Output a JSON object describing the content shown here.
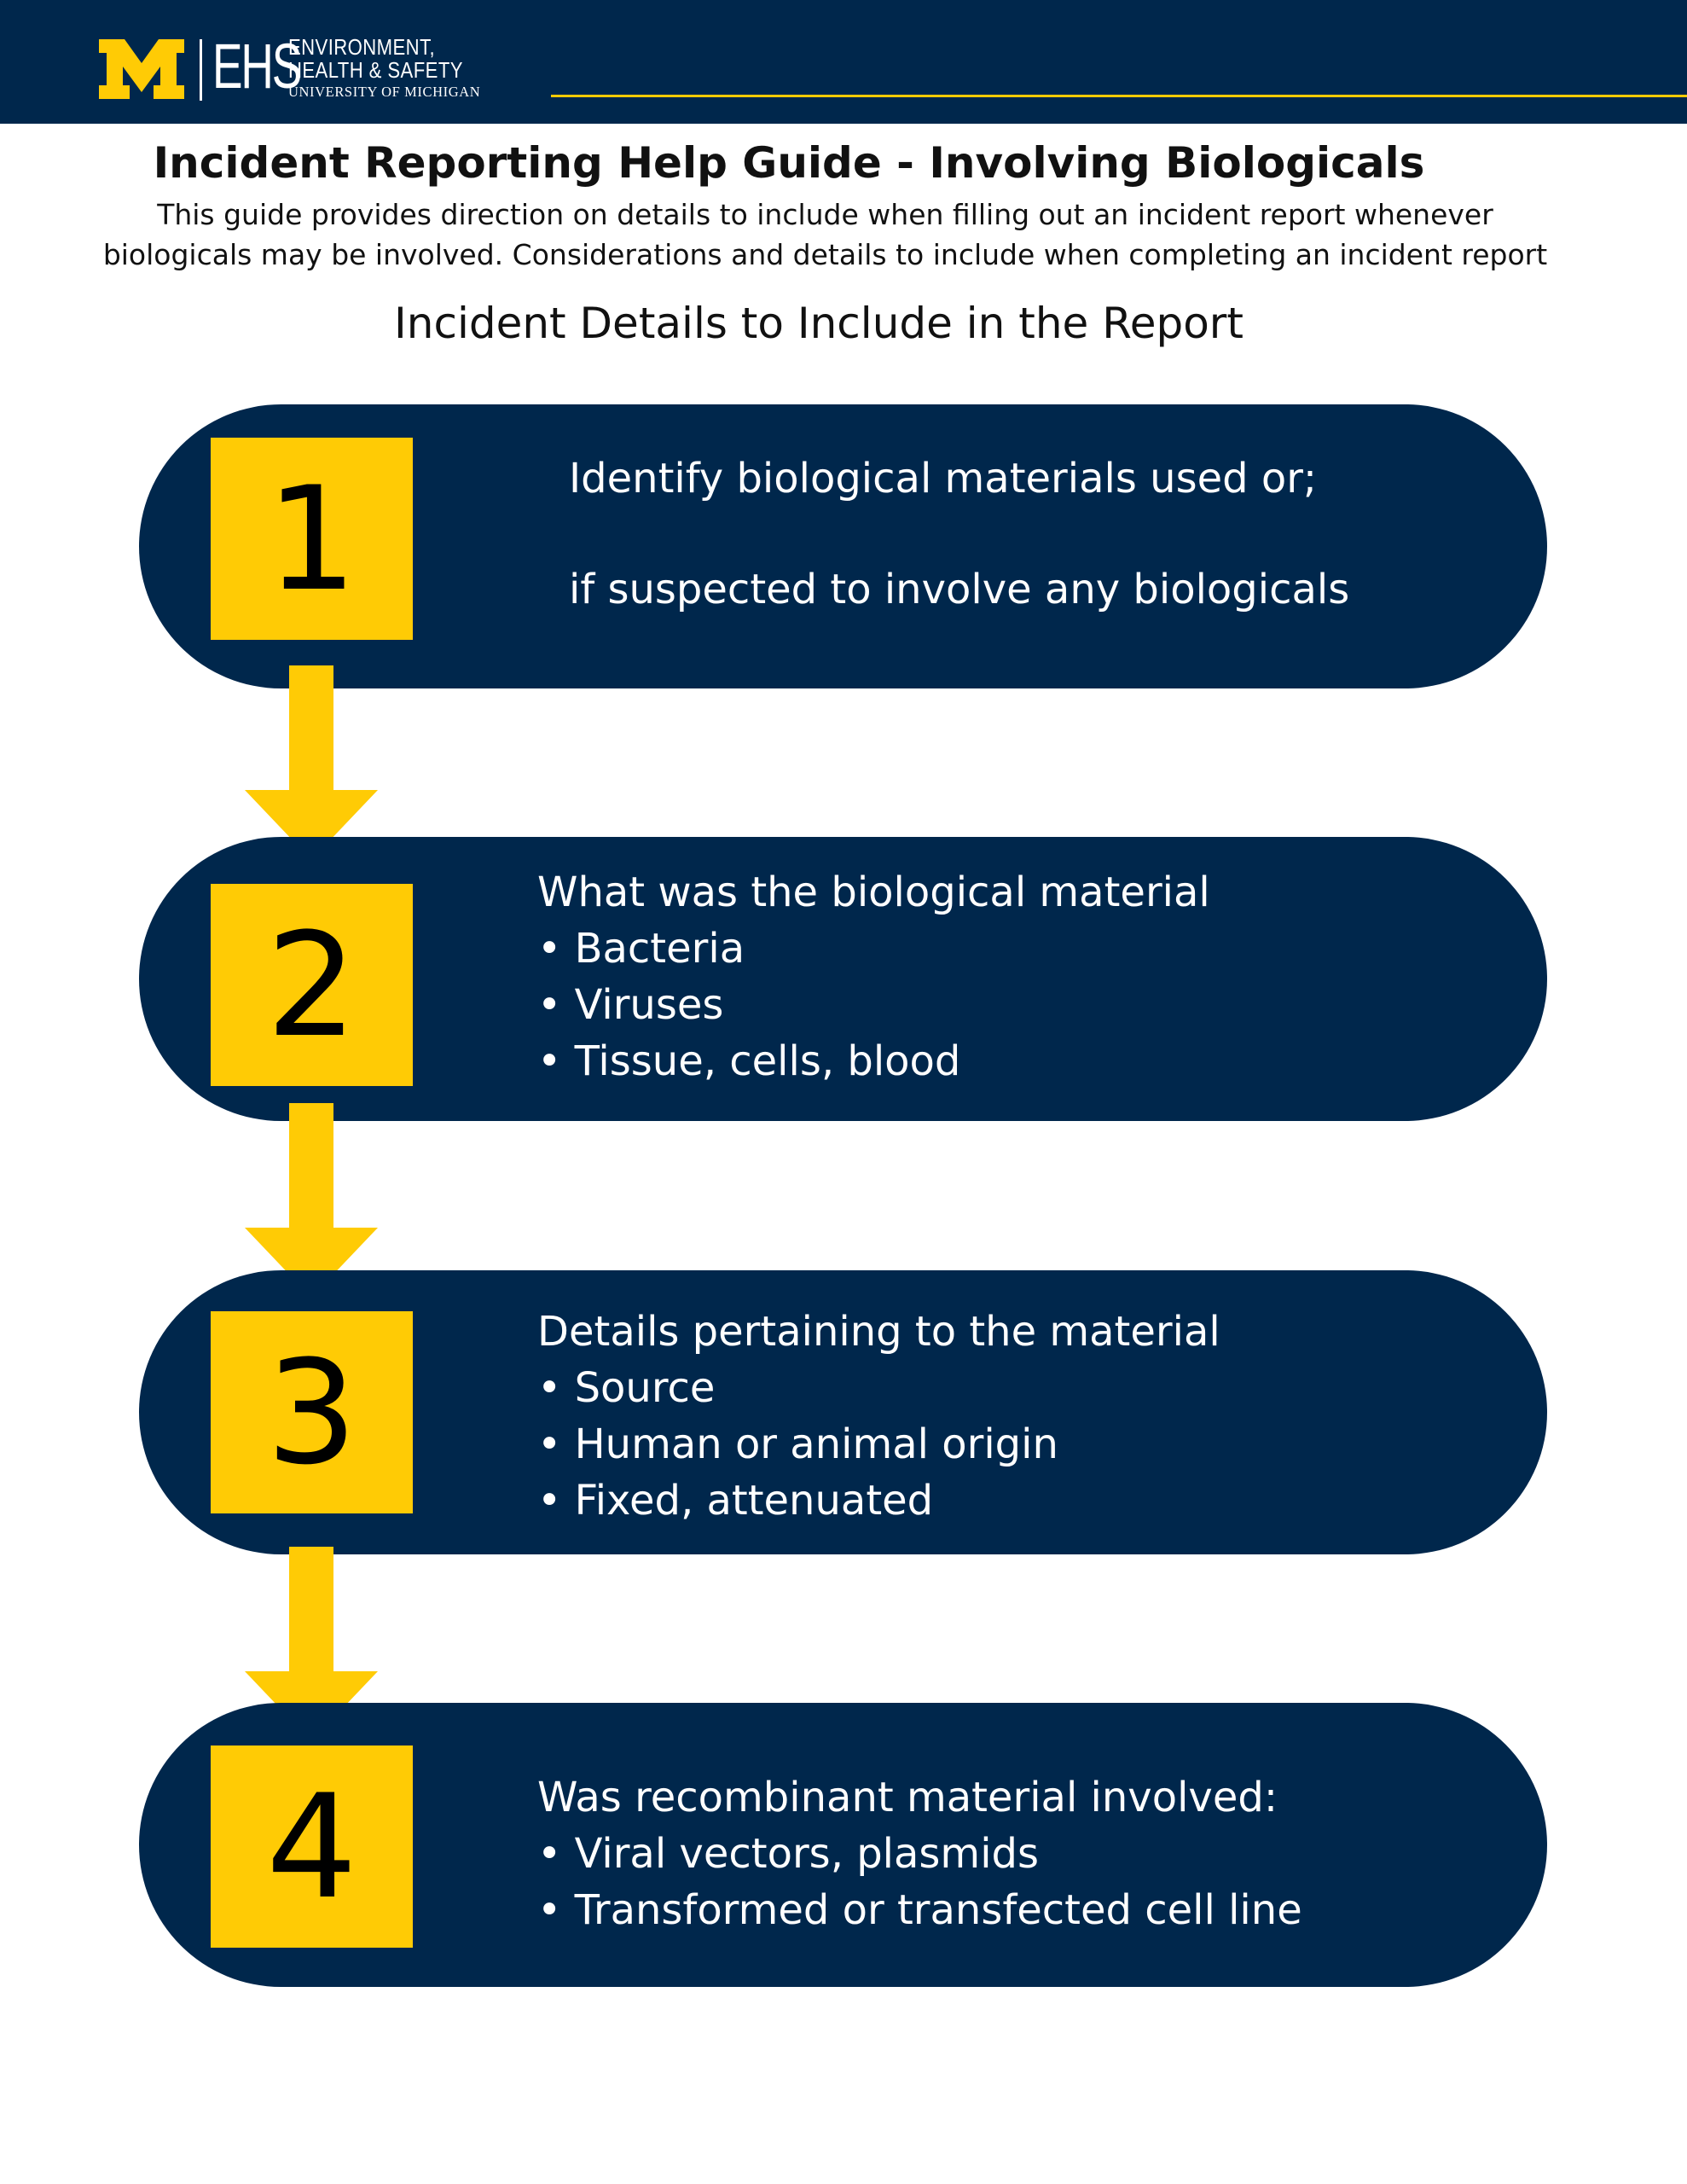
{
  "header": {
    "logo_m": "M",
    "logo_ehs": "EHS",
    "logo_line1": "ENVIRONMENT,",
    "logo_line2": "HEALTH & SAFETY",
    "logo_line3": "UNIVERSITY OF MICHIGAN",
    "brand_colors": {
      "navy": "#00274c",
      "maize": "#ffcb05"
    }
  },
  "document": {
    "title": "Incident Reporting Help Guide - Involving Biologicals",
    "intro_line1": "This guide provides direction on details to include when filling out an incident report whenever",
    "intro_line2": "biologicals may be involved. Considerations and details to include when completing an incident report",
    "section_heading": "Incident Details to Include in the Report"
  },
  "steps": [
    {
      "number": "1",
      "lines": [
        "Identify biological materials used or;",
        "if suspected to involve any biologicals"
      ]
    },
    {
      "number": "2",
      "lines": [
        "What was the biological material",
        "• Bacteria",
        "• Viruses",
        "• Tissue, cells, blood"
      ]
    },
    {
      "number": "3",
      "lines": [
        "Details pertaining to the material",
        "• Source",
        "• Human or animal origin",
        "• Fixed, attenuated"
      ]
    },
    {
      "number": "4",
      "lines": [
        "Was recombinant material involved:",
        "• Viral vectors, plasmids",
        "• Transformed or transfected cell line"
      ]
    }
  ]
}
